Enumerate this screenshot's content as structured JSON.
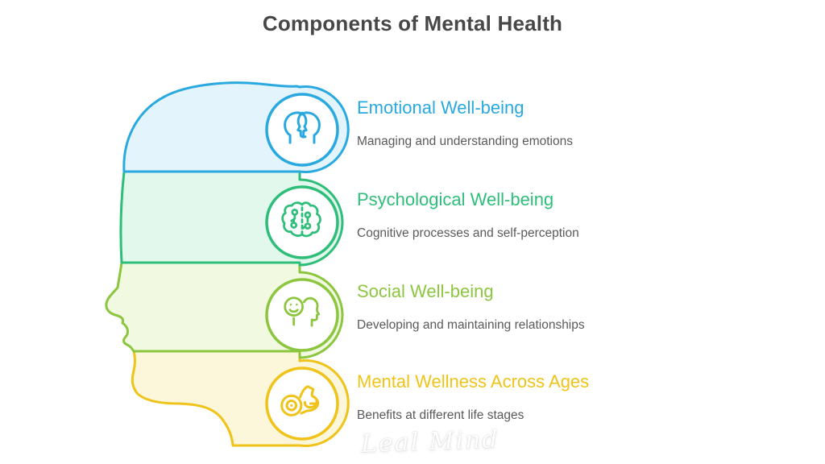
{
  "title": "Components of Mental Health",
  "watermark": "Leal Mind",
  "colors": {
    "title_text": "#474747",
    "description_text": "#5a5a5a",
    "blue_stroke": "#29A9E0",
    "blue_fill": "#E4F4FC",
    "green_stroke": "#2EBE7A",
    "green_fill": "#E2F8EC",
    "olive_stroke": "#8CC63F",
    "olive_fill": "#F1F9E1",
    "yellow_stroke": "#EFC319",
    "yellow_fill": "#FCF6DA"
  },
  "items": [
    {
      "heading": "Emotional Well-being",
      "description": "Managing and understanding emotions",
      "color": "#29A9E0",
      "icon": "two-heads-icon"
    },
    {
      "heading": "Psychological Well-being",
      "description": "Cognitive processes and self-perception",
      "color": "#2EBE7A",
      "icon": "brain-circuit-icon"
    },
    {
      "heading": "Social Well-being",
      "description": "Developing and maintaining relationships",
      "color": "#8CC63F",
      "icon": "smiley-profile-icon"
    },
    {
      "heading": "Mental Wellness Across Ages",
      "description": "Benefits at different life stages",
      "color": "#EFC319",
      "icon": "log-rings-icon"
    }
  ]
}
